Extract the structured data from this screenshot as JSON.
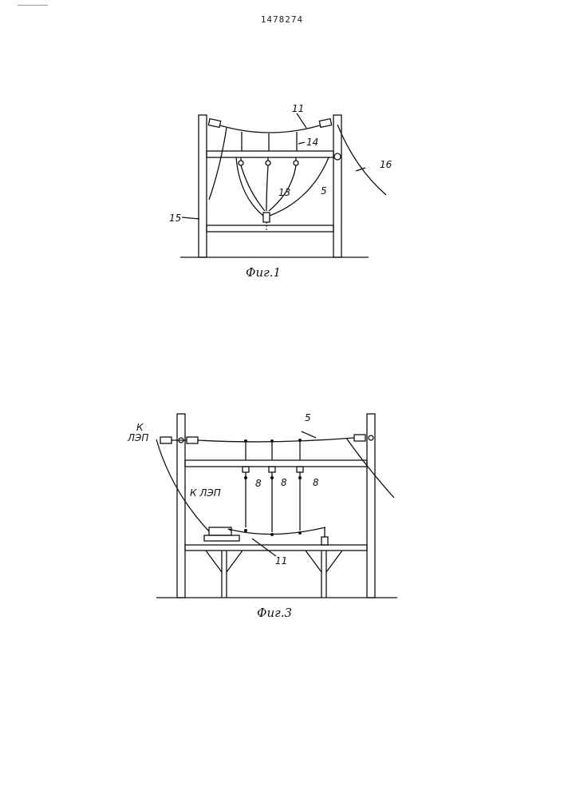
{
  "document": {
    "patent_number": "1478274"
  },
  "figure1": {
    "caption": "Фиг.1",
    "labels": {
      "l11": "11",
      "l14": "14",
      "l16": "16",
      "l13": "13",
      "l5": "5",
      "l15": "15"
    }
  },
  "figure3": {
    "caption": "Фиг.3",
    "labels": {
      "k": "К",
      "lep": "ЛЭП",
      "k_lep": "К ЛЭП",
      "l5": "5",
      "l8a": "8",
      "l8b": "8",
      "l8c": "8",
      "l11": "11"
    }
  }
}
